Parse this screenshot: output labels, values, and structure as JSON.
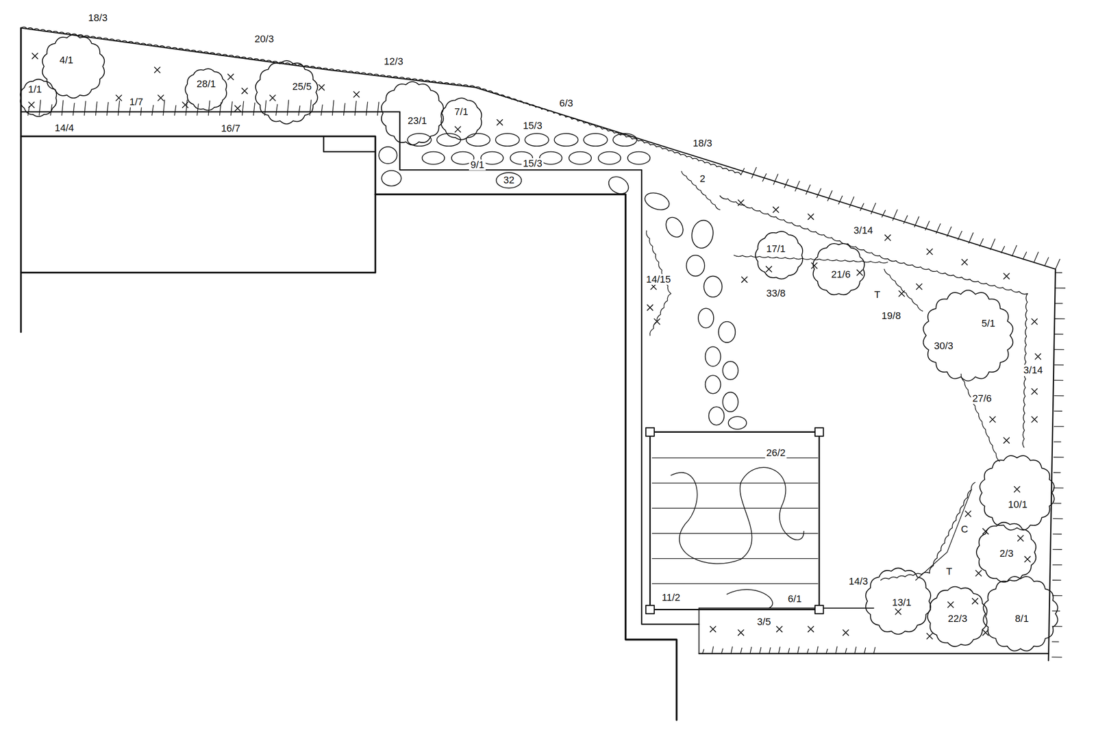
{
  "diagram": {
    "labels": [
      "18/3",
      "20/3",
      "12/3",
      "6/3",
      "18/3",
      "4/1",
      "1/1",
      "1/7",
      "28/1",
      "25/5",
      "14/4",
      "16/7",
      "23/1",
      "7/1",
      "15/3",
      "9/1",
      "15/3",
      "32",
      "2",
      "3/14",
      "17/1",
      "21/6",
      "33/8",
      "19/8",
      "T",
      "14/15",
      "5/1",
      "30/3",
      "3/14",
      "27/6",
      "10/1",
      "2/3",
      "C",
      "T",
      "26/2",
      "11/2",
      "6/1",
      "14/3",
      "3/5",
      "13/1",
      "22/3",
      "8/1"
    ]
  }
}
